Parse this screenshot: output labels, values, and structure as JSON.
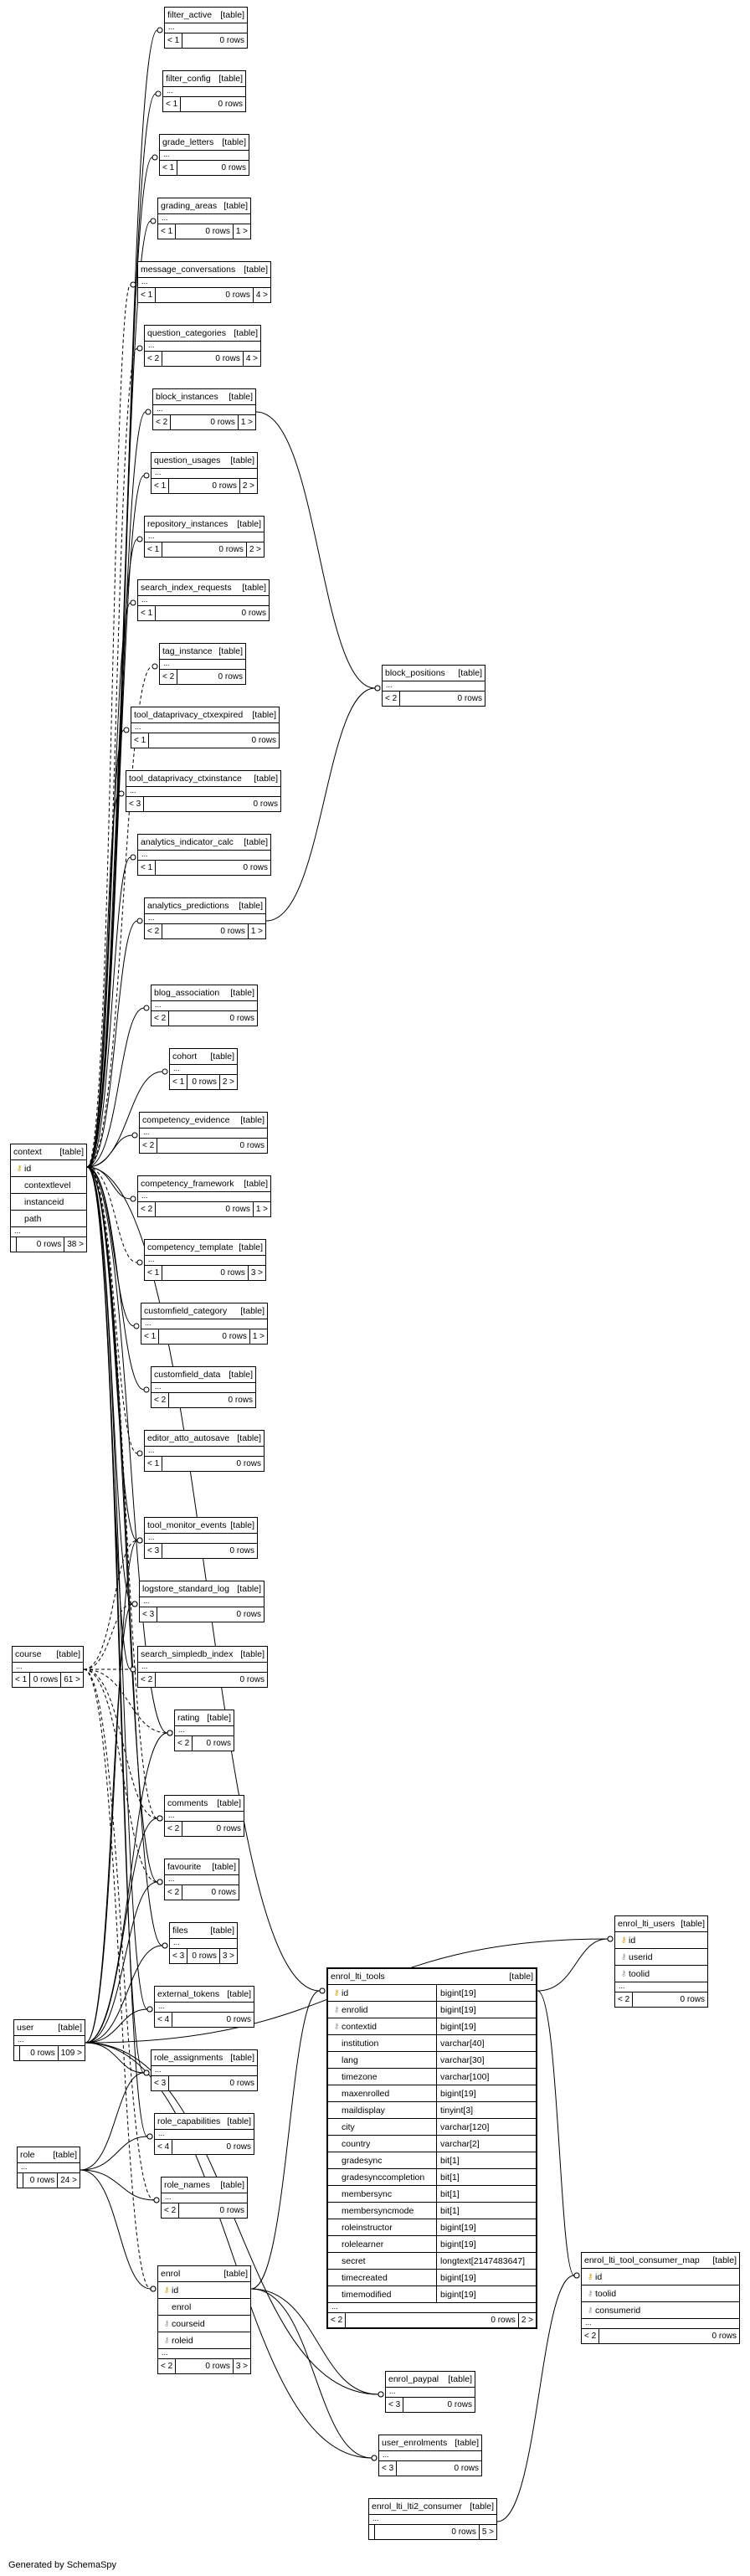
{
  "generated_by": "Generated by SchemaSpy",
  "tables": [
    {
      "id": "filter_active",
      "name": "filter_active",
      "tag": "[table]",
      "footer": [
        "< 1",
        "0 rows"
      ]
    },
    {
      "id": "filter_config",
      "name": "filter_config",
      "tag": "[table]",
      "footer": [
        "< 1",
        "0 rows"
      ]
    },
    {
      "id": "grade_letters",
      "name": "grade_letters",
      "tag": "[table]",
      "footer": [
        "< 1",
        "0 rows"
      ]
    },
    {
      "id": "grading_areas",
      "name": "grading_areas",
      "tag": "[table]",
      "footer": [
        "< 1",
        "0 rows",
        "1 >"
      ]
    },
    {
      "id": "message_conversations",
      "name": "message_conversations",
      "tag": "[table]",
      "footer": [
        "< 1",
        "0 rows",
        "4 >"
      ]
    },
    {
      "id": "question_categories",
      "name": "question_categories",
      "tag": "[table]",
      "footer": [
        "< 2",
        "0 rows",
        "4 >"
      ]
    },
    {
      "id": "block_instances",
      "name": "block_instances",
      "tag": "[table]",
      "footer": [
        "< 2",
        "0 rows",
        "1 >"
      ]
    },
    {
      "id": "question_usages",
      "name": "question_usages",
      "tag": "[table]",
      "footer": [
        "< 1",
        "0 rows",
        "2 >"
      ]
    },
    {
      "id": "repository_instances",
      "name": "repository_instances",
      "tag": "[table]",
      "footer": [
        "< 1",
        "0 rows",
        "2 >"
      ]
    },
    {
      "id": "search_index_requests",
      "name": "search_index_requests",
      "tag": "[table]",
      "footer": [
        "< 1",
        "0 rows"
      ]
    },
    {
      "id": "tag_instance",
      "name": "tag_instance",
      "tag": "[table]",
      "footer": [
        "< 2",
        "0 rows"
      ]
    },
    {
      "id": "tool_dataprivacy_ctxexpired",
      "name": "tool_dataprivacy_ctxexpired",
      "tag": "[table]",
      "footer": [
        "< 1",
        "0 rows"
      ]
    },
    {
      "id": "tool_dataprivacy_ctxinstance",
      "name": "tool_dataprivacy_ctxinstance",
      "tag": "[table]",
      "footer": [
        "< 3",
        "0 rows"
      ]
    },
    {
      "id": "analytics_indicator_calc",
      "name": "analytics_indicator_calc",
      "tag": "[table]",
      "footer": [
        "< 1",
        "0 rows"
      ]
    },
    {
      "id": "analytics_predictions",
      "name": "analytics_predictions",
      "tag": "[table]",
      "footer": [
        "< 2",
        "0 rows",
        "1 >"
      ]
    },
    {
      "id": "block_positions",
      "name": "block_positions",
      "tag": "[table]",
      "footer": [
        "< 2",
        "0 rows"
      ]
    },
    {
      "id": "blog_association",
      "name": "blog_association",
      "tag": "[table]",
      "footer": [
        "< 2",
        "0 rows"
      ]
    },
    {
      "id": "cohort",
      "name": "cohort",
      "tag": "[table]",
      "footer": [
        "< 1",
        "0 rows",
        "2 >"
      ]
    },
    {
      "id": "competency_evidence",
      "name": "competency_evidence",
      "tag": "[table]",
      "footer": [
        "< 2",
        "0 rows"
      ]
    },
    {
      "id": "competency_framework",
      "name": "competency_framework",
      "tag": "[table]",
      "footer": [
        "< 2",
        "0 rows",
        "1 >"
      ]
    },
    {
      "id": "competency_template",
      "name": "competency_template",
      "tag": "[table]",
      "footer": [
        "< 1",
        "0 rows",
        "3 >"
      ]
    },
    {
      "id": "customfield_category",
      "name": "customfield_category",
      "tag": "[table]",
      "footer": [
        "< 1",
        "0 rows",
        "1 >"
      ]
    },
    {
      "id": "customfield_data",
      "name": "customfield_data",
      "tag": "[table]",
      "footer": [
        "< 2",
        "0 rows"
      ]
    },
    {
      "id": "editor_atto_autosave",
      "name": "editor_atto_autosave",
      "tag": "[table]",
      "footer": [
        "< 1",
        "0 rows"
      ]
    },
    {
      "id": "context",
      "name": "context",
      "tag": "[table]",
      "columns": [
        {
          "key": "pk",
          "name": "id"
        },
        {
          "key": "",
          "name": "contextlevel"
        },
        {
          "key": "",
          "name": "instanceid"
        },
        {
          "key": "",
          "name": "path"
        }
      ],
      "footer": [
        "",
        "0 rows",
        "38 >"
      ]
    },
    {
      "id": "tool_monitor_events",
      "name": "tool_monitor_events",
      "tag": "[table]",
      "footer": [
        "< 3",
        "0 rows"
      ]
    },
    {
      "id": "logstore_standard_log",
      "name": "logstore_standard_log",
      "tag": "[table]",
      "footer": [
        "< 3",
        "0 rows"
      ]
    },
    {
      "id": "course",
      "name": "course",
      "tag": "[table]",
      "footer": [
        "< 1",
        "0 rows",
        "61 >"
      ]
    },
    {
      "id": "search_simpledb_index",
      "name": "search_simpledb_index",
      "tag": "[table]",
      "footer": [
        "< 2",
        "0 rows"
      ]
    },
    {
      "id": "rating",
      "name": "rating",
      "tag": "[table]",
      "footer": [
        "< 2",
        "0 rows"
      ]
    },
    {
      "id": "comments",
      "name": "comments",
      "tag": "[table]",
      "footer": [
        "< 2",
        "0 rows"
      ]
    },
    {
      "id": "favourite",
      "name": "favourite",
      "tag": "[table]",
      "footer": [
        "< 2",
        "0 rows"
      ]
    },
    {
      "id": "files",
      "name": "files",
      "tag": "[table]",
      "footer": [
        "< 3",
        "0 rows",
        "3 >"
      ]
    },
    {
      "id": "external_tokens",
      "name": "external_tokens",
      "tag": "[table]",
      "footer": [
        "< 4",
        "0 rows"
      ]
    },
    {
      "id": "user",
      "name": "user",
      "tag": "[table]",
      "footer": [
        "",
        "0 rows",
        "109 >"
      ]
    },
    {
      "id": "role_assignments",
      "name": "role_assignments",
      "tag": "[table]",
      "footer": [
        "< 3",
        "0 rows"
      ]
    },
    {
      "id": "role_capabilities",
      "name": "role_capabilities",
      "tag": "[table]",
      "footer": [
        "< 4",
        "0 rows"
      ]
    },
    {
      "id": "role",
      "name": "role",
      "tag": "[table]",
      "footer": [
        "",
        "0 rows",
        "24 >"
      ]
    },
    {
      "id": "role_names",
      "name": "role_names",
      "tag": "[table]",
      "footer": [
        "< 2",
        "0 rows"
      ]
    },
    {
      "id": "enrol",
      "name": "enrol",
      "tag": "[table]",
      "columns": [
        {
          "key": "pk",
          "name": "id"
        },
        {
          "key": "",
          "name": "enrol"
        },
        {
          "key": "fk",
          "name": "courseid"
        },
        {
          "key": "fk",
          "name": "roleid"
        }
      ],
      "footer": [
        "< 2",
        "0 rows",
        "3 >"
      ]
    },
    {
      "id": "enrol_lti_tools",
      "name": "enrol_lti_tools",
      "tag": "[table]",
      "focus": true,
      "columns": [
        {
          "key": "pk",
          "name": "id",
          "type": "bigint[19]"
        },
        {
          "key": "fk",
          "name": "enrolid",
          "type": "bigint[19]"
        },
        {
          "key": "fk",
          "name": "contextid",
          "type": "bigint[19]"
        },
        {
          "key": "",
          "name": "institution",
          "type": "varchar[40]"
        },
        {
          "key": "",
          "name": "lang",
          "type": "varchar[30]"
        },
        {
          "key": "",
          "name": "timezone",
          "type": "varchar[100]"
        },
        {
          "key": "",
          "name": "maxenrolled",
          "type": "bigint[19]"
        },
        {
          "key": "",
          "name": "maildisplay",
          "type": "tinyint[3]"
        },
        {
          "key": "",
          "name": "city",
          "type": "varchar[120]"
        },
        {
          "key": "",
          "name": "country",
          "type": "varchar[2]"
        },
        {
          "key": "",
          "name": "gradesync",
          "type": "bit[1]"
        },
        {
          "key": "",
          "name": "gradesynccompletion",
          "type": "bit[1]"
        },
        {
          "key": "",
          "name": "membersync",
          "type": "bit[1]"
        },
        {
          "key": "",
          "name": "membersyncmode",
          "type": "bit[1]"
        },
        {
          "key": "",
          "name": "roleinstructor",
          "type": "bigint[19]"
        },
        {
          "key": "",
          "name": "rolelearner",
          "type": "bigint[19]"
        },
        {
          "key": "",
          "name": "secret",
          "type": "longtext[2147483647]"
        },
        {
          "key": "",
          "name": "timecreated",
          "type": "bigint[19]"
        },
        {
          "key": "",
          "name": "timemodified",
          "type": "bigint[19]"
        }
      ],
      "footer": [
        "< 2",
        "0 rows",
        "2 >"
      ]
    },
    {
      "id": "enrol_lti_users",
      "name": "enrol_lti_users",
      "tag": "[table]",
      "columns": [
        {
          "key": "pk",
          "name": "id"
        },
        {
          "key": "fk",
          "name": "userid"
        },
        {
          "key": "fk",
          "name": "toolid"
        }
      ],
      "footer": [
        "< 2",
        "0 rows"
      ]
    },
    {
      "id": "enrol_lti_tool_consumer_map",
      "name": "enrol_lti_tool_consumer_map",
      "tag": "[table]",
      "columns": [
        {
          "key": "pk",
          "name": "id"
        },
        {
          "key": "fk",
          "name": "toolid"
        },
        {
          "key": "fk",
          "name": "consumerid"
        }
      ],
      "footer": [
        "< 2",
        "0 rows"
      ]
    },
    {
      "id": "enrol_paypal",
      "name": "enrol_paypal",
      "tag": "[table]",
      "footer": [
        "< 3",
        "0 rows"
      ]
    },
    {
      "id": "user_enrolments",
      "name": "user_enrolments",
      "tag": "[table]",
      "footer": [
        "< 3",
        "0 rows"
      ]
    },
    {
      "id": "enrol_lti_lti2_consumer",
      "name": "enrol_lti_lti2_consumer",
      "tag": "[table]",
      "footer": [
        "",
        "0 rows",
        "5 >"
      ]
    }
  ]
}
